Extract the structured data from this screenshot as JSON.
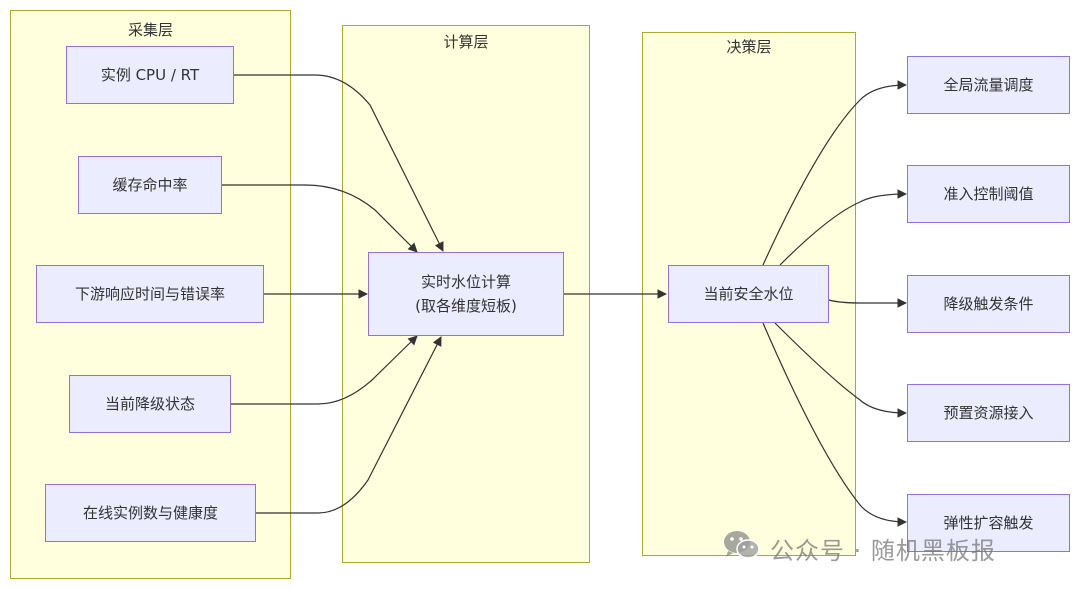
{
  "clusters": {
    "collect": {
      "title": "采集层"
    },
    "compute": {
      "title": "计算层"
    },
    "decide": {
      "title": "决策层"
    }
  },
  "nodes": {
    "cpu_rt": "实例 CPU / RT",
    "cache_hit": "缓存命中率",
    "downstream": "下游响应时间与错误率",
    "degrade_state": "当前降级状态",
    "online_instances": "在线实例数与健康度",
    "calc_line1": "实时水位计算",
    "calc_line2": "(取各维度短板)",
    "safe_level": "当前安全水位",
    "global_traffic": "全局流量调度",
    "admission": "准入控制阈值",
    "degrade_trigger": "降级触发条件",
    "preset_resource": "预置资源接入",
    "elastic_scale": "弹性扩容触发"
  },
  "watermark": {
    "text": "公众号 · 随机黑板报",
    "icon": "wechat-icon"
  },
  "colors": {
    "cluster_fill": "#ffffde",
    "cluster_border": "#aaaa33",
    "node_fill": "#ececff",
    "node_border": "#9370db",
    "edge": "#333333"
  }
}
